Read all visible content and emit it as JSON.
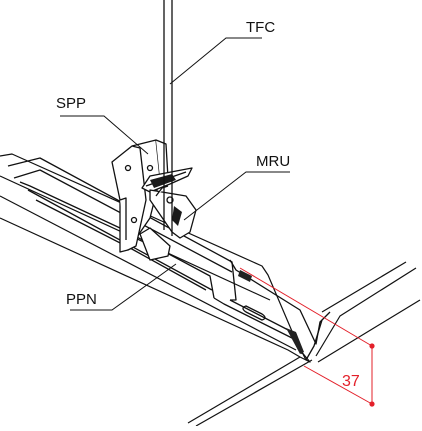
{
  "labels": {
    "tfc": "TFC",
    "spp": "SPP",
    "mru": "MRU",
    "ppn": "PPN"
  },
  "dimension": {
    "value": "37"
  },
  "colors": {
    "line": "#111111",
    "dimension": "#e3202a",
    "background": "#ffffff"
  }
}
